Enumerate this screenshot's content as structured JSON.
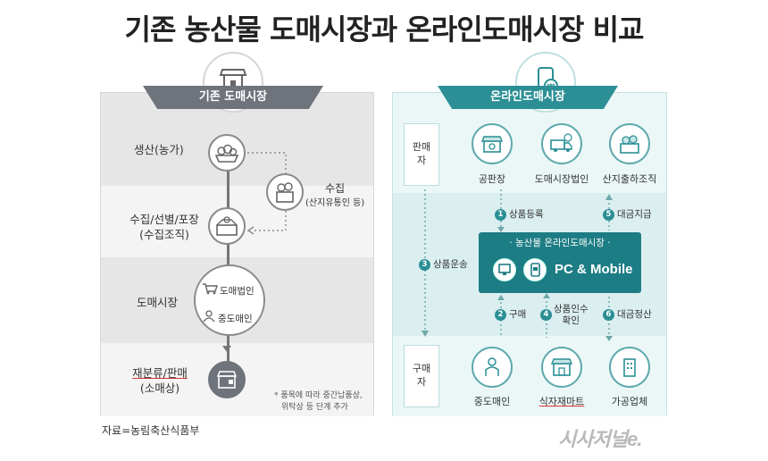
{
  "title": "기존 농산물 도매시장과 온라인도매시장 비교",
  "source": "자료=농림축산식품부",
  "logo": "시사저널e.",
  "left": {
    "header": "기존 도매시장",
    "stages": {
      "production": "생산(농가)",
      "collection_l1": "수집/선별/포장",
      "collection_l2": "(수집조직)",
      "wholesale": "도매시장",
      "retail_l1": "재분류/판매",
      "retail_l2": "(소매상)"
    },
    "side_collect": "수집",
    "side_collect_sub": "(산지유통인 등)",
    "wholesale_corp": "도매법인",
    "middle_wholesaler": "중도매인",
    "note_l1": "* 품목에 따라 중간납품상,",
    "note_l2": "위탁상 등 단계 추가"
  },
  "right": {
    "header": "온라인도매시장",
    "seller": "판매자",
    "buyer": "구매자",
    "sellers": [
      "공판장",
      "도매시장법인",
      "산지출하조직"
    ],
    "buyers": [
      "중도매인",
      "식자재마트",
      "가공업체"
    ],
    "platform_title": "· 농산물 온라인도매시장 ·",
    "platform_main": "PC & Mobile",
    "steps": {
      "s1": "상품등록",
      "s2": "구매",
      "s3": "상품운송",
      "s4_l1": "상품인수",
      "s4_l2": "확인",
      "s5": "대금지급",
      "s6": "대금정산"
    },
    "step_nums": [
      "1",
      "2",
      "3",
      "4",
      "5",
      "6"
    ]
  }
}
